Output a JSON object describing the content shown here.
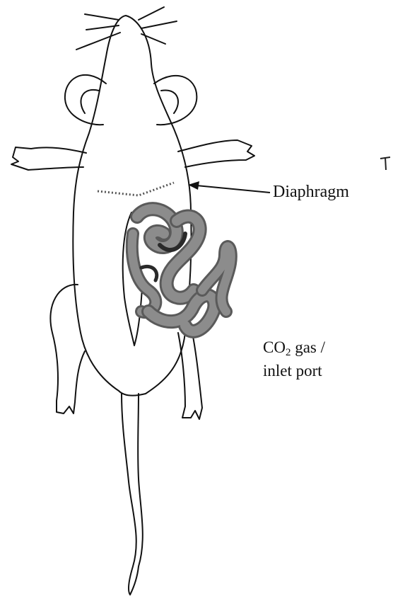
{
  "labels": {
    "diaphragm": "Diaphragm",
    "co2_line1_prefix": "CO",
    "co2_line1_sub": "2",
    "co2_line1_suffix": " gas / ",
    "co2_line2": "inlet port"
  },
  "colors": {
    "outline": "#111111",
    "intestine_fill": "#8c8c8c",
    "intestine_dark": "#5a5a5a",
    "dotted_line": "#555555"
  }
}
